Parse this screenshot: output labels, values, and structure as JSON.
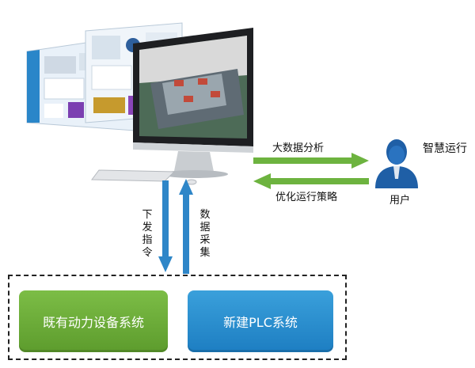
{
  "diagram": {
    "arrow_right_label": "大数据分析",
    "arrow_left_label": "优化运行策略",
    "user_label": "用户",
    "smart_ops_label": "智慧运行",
    "down_arrow_label": [
      "下",
      "发",
      "指",
      "令"
    ],
    "up_arrow_label": [
      "数",
      "据",
      "采",
      "集"
    ],
    "box_existing": "既有动力设备系统",
    "box_new_plc": "新建PLC系统"
  },
  "colors": {
    "green": "#6aaa37",
    "blue": "#2a8fd1",
    "arrow_blue": "#2e86c8",
    "arrow_green": "#6db33f",
    "user_blue": "#1f5fa6"
  }
}
